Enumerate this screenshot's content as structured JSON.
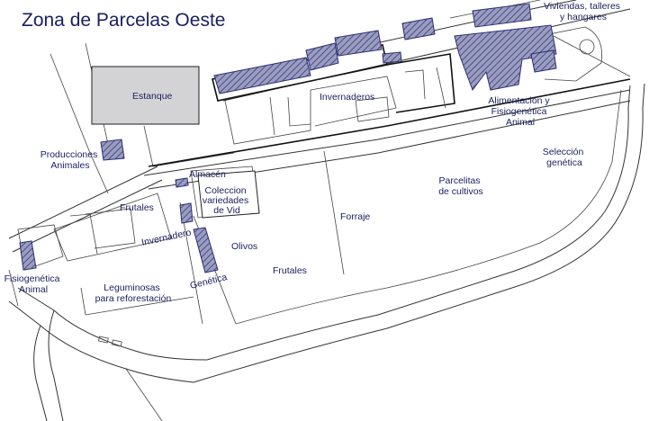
{
  "title": "Zona de Parcelas Oeste",
  "colors": {
    "text": "#1a1f5e",
    "building_hatch": "#6a6f9e",
    "pond": "#d3d3d6",
    "lines": "#333333"
  },
  "labels": {
    "estanque": "Estanque",
    "viviendas": [
      "Viviendas, talleres",
      "y hangares"
    ],
    "invernaderos": "Invernaderos",
    "alimentacion": [
      "Alimentación y",
      "Fisiogenética",
      "Animal"
    ],
    "producciones": [
      "Producciones",
      "Animales"
    ],
    "almacen": "Almacén",
    "coleccion": [
      "Coleccion",
      "variedades",
      "de Vid"
    ],
    "frutales_oeste": "Frutales",
    "seleccion": [
      "Selección",
      "genética"
    ],
    "parcelitas": [
      "Parcelitas",
      "de cultivos"
    ],
    "forraje": "Forraje",
    "invernadero": "Invernadero",
    "olivos": "Olivos",
    "frutales_centro": "Frutales",
    "fisiogenetica": [
      "Fisiogenética",
      "Animal"
    ],
    "leguminosas": [
      "Leguminosas",
      "para reforestación"
    ],
    "genetica": "Genética"
  }
}
